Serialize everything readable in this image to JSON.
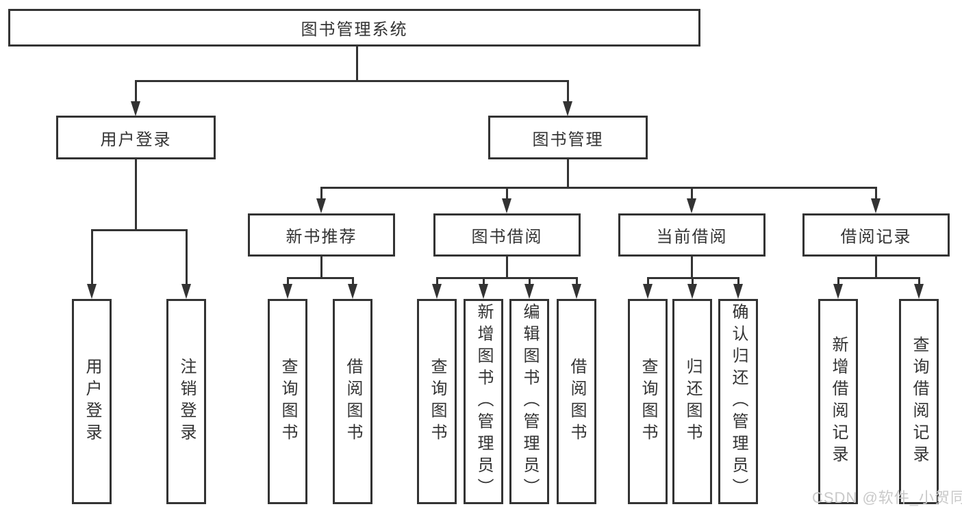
{
  "diagram": {
    "watermark": "CSDN @软件_小贺同学",
    "colors": {
      "background": "#ffffff",
      "box_border": "#333333",
      "connector_line": "#333333",
      "text": "#333333",
      "watermark": "#c9c9c9"
    }
  },
  "tree": {
    "root": {
      "label": "图书管理系统"
    },
    "level1": [
      {
        "label": "用户登录",
        "children": [
          "用户登录",
          "注销登录"
        ]
      },
      {
        "label": "图书管理"
      }
    ],
    "level2": [
      {
        "label": "新书推荐",
        "children": [
          "查询图书",
          "借阅图书"
        ]
      },
      {
        "label": "图书借阅",
        "children": [
          "查询图书",
          "新增图书（管理员）",
          "编辑图书（管理员）",
          "借阅图书"
        ]
      },
      {
        "label": "当前借阅",
        "children": [
          "查询图书",
          "归还图书",
          "确认归还（管理员）"
        ]
      },
      {
        "label": "借阅记录",
        "children": [
          "新增借阅记录",
          "查询借阅记录"
        ]
      }
    ]
  }
}
